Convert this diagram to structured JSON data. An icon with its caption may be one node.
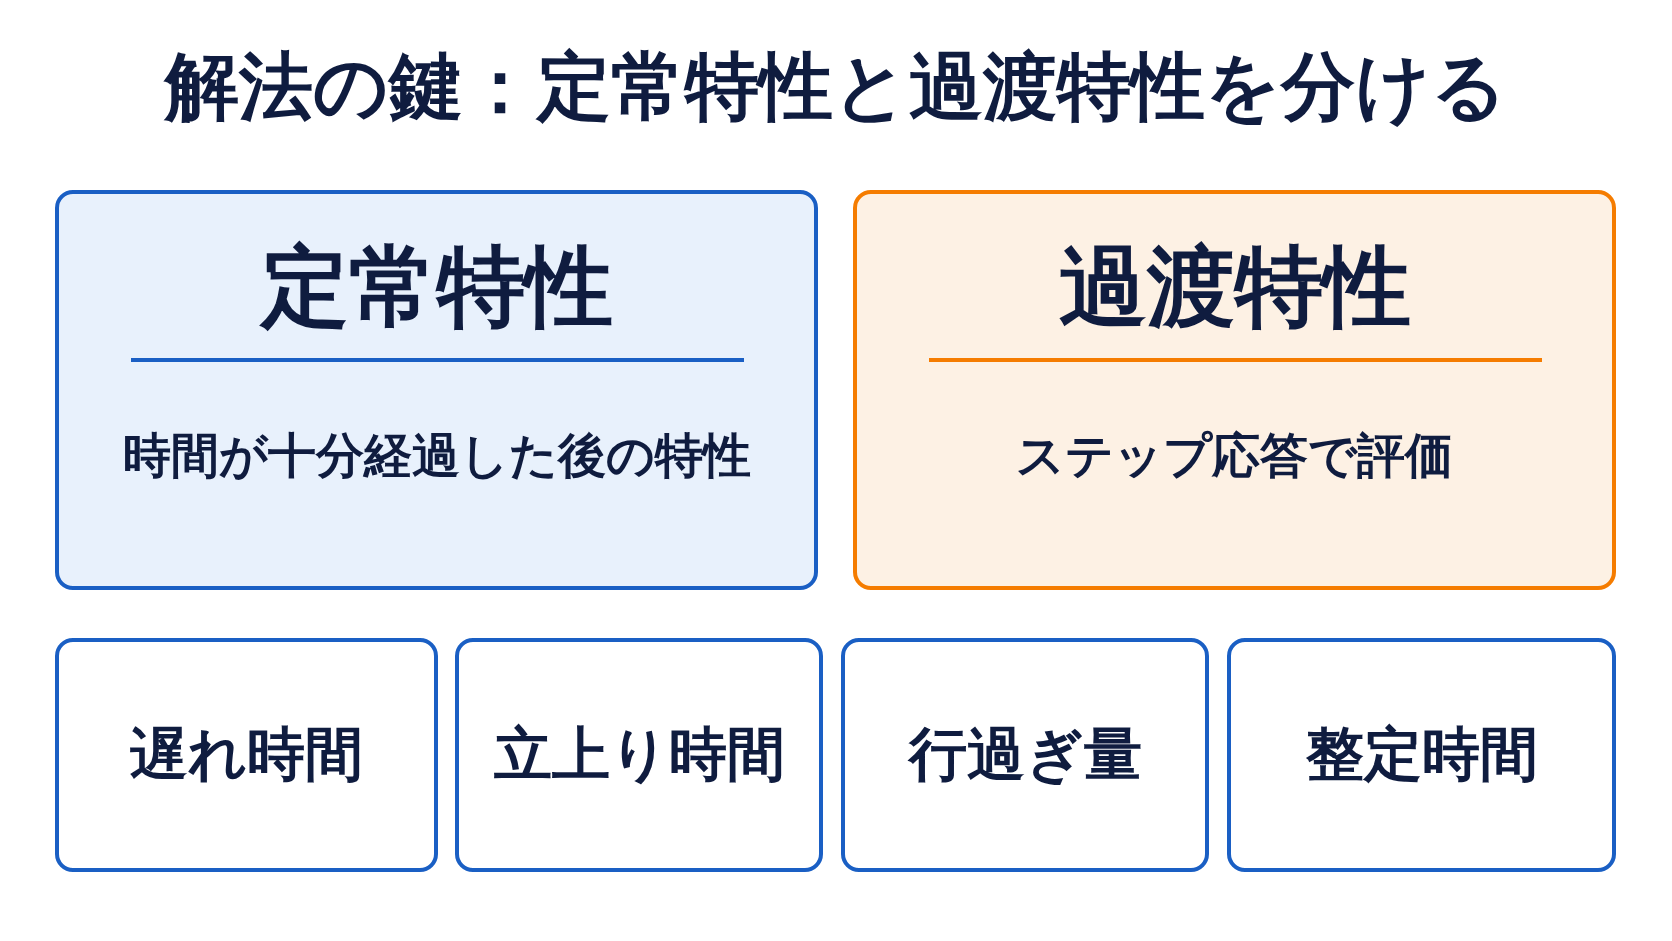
{
  "diagram": {
    "title": "解法の鍵：定常特性と過渡特性を分ける",
    "nodes": [
      {
        "text": [
          "定常特性",
          "時間が十分経過した後の特性"
        ]
      },
      {
        "text": [
          "過渡特性",
          "ステップ応答で評価"
        ]
      },
      {
        "text": [
          "遅れ時間"
        ]
      },
      {
        "text": [
          "立上り時間"
        ]
      },
      {
        "text": [
          "行過ぎ量"
        ]
      },
      {
        "text": [
          "整定時間"
        ]
      }
    ]
  }
}
